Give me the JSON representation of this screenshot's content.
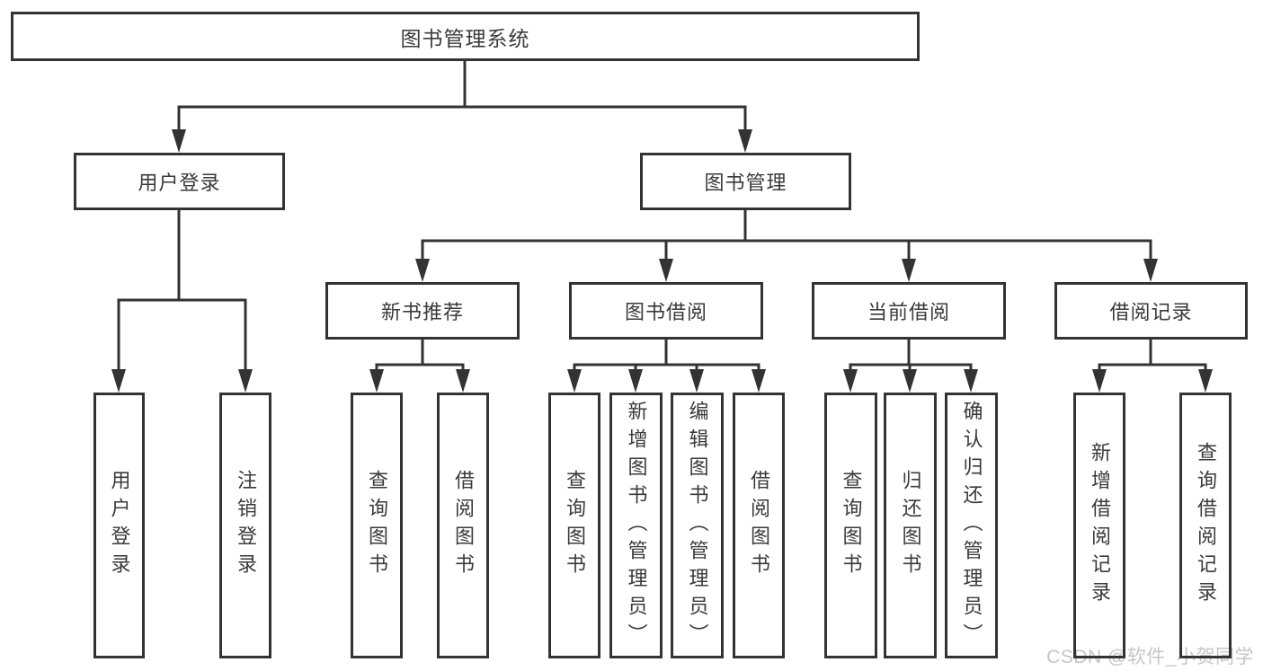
{
  "diagram": {
    "root": "图书管理系统",
    "level2": {
      "user_login": "用户登录",
      "book_management": "图书管理"
    },
    "level3": {
      "new_book_recommend": "新书推荐",
      "book_borrowing": "图书借阅",
      "current_borrowing": "当前借阅",
      "borrowing_records": "借阅记录"
    },
    "leaves": {
      "user_login": "用户登录",
      "logout": "注销登录",
      "recommend_query_books": "查询图书",
      "recommend_borrow_books": "借阅图书",
      "borrowing_query_books": "查询图书",
      "borrowing_add_books_admin": "新增图书（管理员）",
      "borrowing_edit_books_admin": "编辑图书（管理员）",
      "borrowing_borrow_books": "借阅图书",
      "current_query_books": "查询图书",
      "current_return_books": "归还图书",
      "current_confirm_return_admin": "确认归还（管理员）",
      "records_add_record": "新增借阅记录",
      "records_query_record": "查询借阅记录"
    }
  },
  "watermark": "CSDN @软件_小贺同学",
  "colors": {
    "line": "#333333",
    "text": "#3a3a3a",
    "watermark": "#c6c6c6",
    "background": "#ffffff"
  }
}
